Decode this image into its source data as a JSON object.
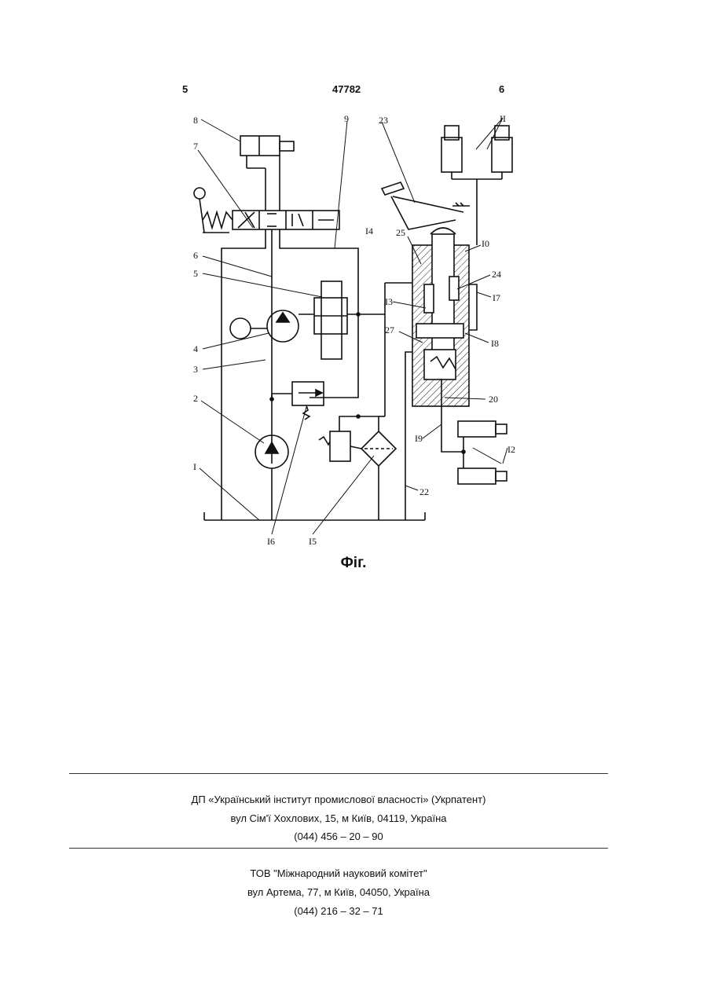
{
  "header": {
    "page_left": "5",
    "patent_number": "47782",
    "page_right": "6"
  },
  "figure": {
    "caption": "Фіг.",
    "labels": {
      "l1": "I",
      "l2": "2",
      "l3": "3",
      "l4": "4",
      "l5": "5",
      "l6": "6",
      "l7": "7",
      "l8": "8",
      "l9": "9",
      "l10": "I0",
      "l11": "II",
      "l12": "I2",
      "l13": "I3",
      "l14": "I4",
      "l15": "I5",
      "l16": "I6",
      "l17": "I7",
      "l18": "I8",
      "l19": "I9",
      "l20": "20",
      "l22": "22",
      "l23": "23",
      "l24": "24",
      "l25": "25",
      "l27": "27"
    }
  },
  "footer": {
    "org1": {
      "name": "ДП «Український інститут промислової власності» (Укрпатент)",
      "address": "вул  Сім'ї Хохлових, 15, м  Київ, 04119, Україна",
      "phone": "(044) 456 – 20 –  90"
    },
    "org2": {
      "name": "ТОВ \"Міжнародний науковий комітет\"",
      "address": "вул  Артема, 77, м  Київ, 04050, Україна",
      "phone": "(044) 216 – 32 – 71"
    }
  }
}
